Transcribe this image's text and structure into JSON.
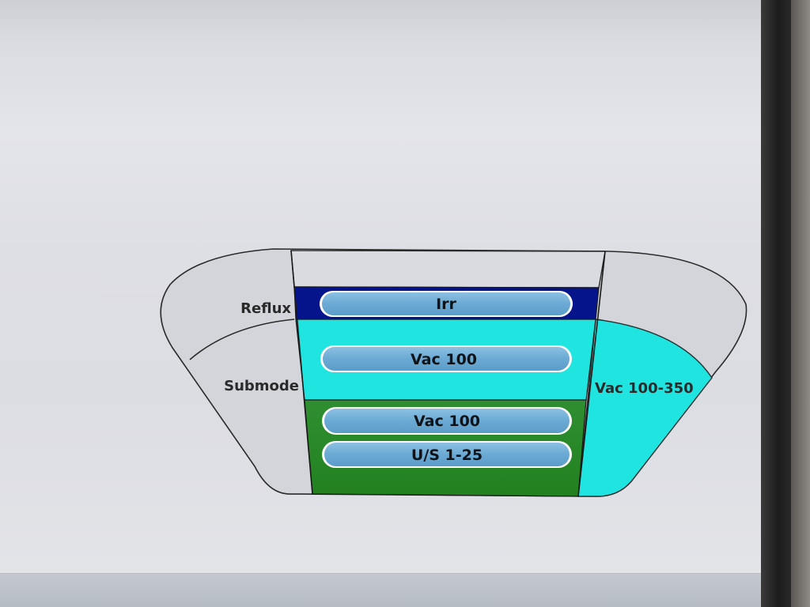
{
  "panel": {
    "left_labels": {
      "reflux": "Reflux",
      "submode": "Submode"
    },
    "right_label": "Vac 100-350",
    "buttons": {
      "irr": "Irr",
      "vac_upper": "Vac 100",
      "vac_lower": "Vac 100",
      "us": "U/S 1-25"
    }
  },
  "colors": {
    "irrigation_band": "#06148c",
    "aspiration_band": "#20e4e0",
    "phaco_band": "#2a8a2a",
    "side_grey": "#d3d5da",
    "button_fill": "#6aaad4"
  }
}
